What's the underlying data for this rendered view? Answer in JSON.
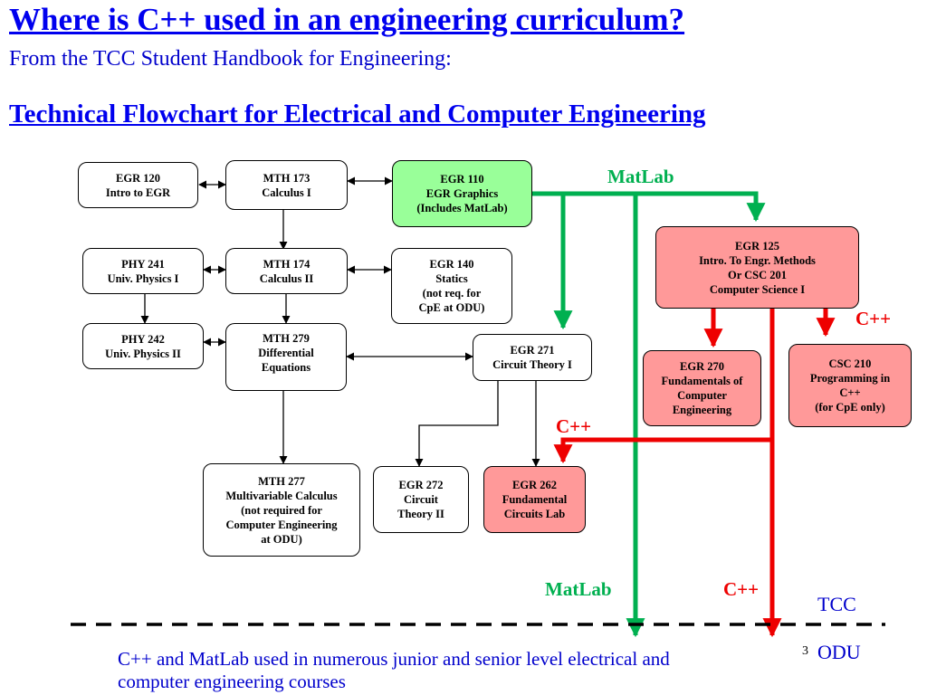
{
  "title": "Where is C++ used in an engineering curriculum?",
  "subtitle": "From the TCC Student Handbook for Engineering:",
  "heading": "Technical Flowchart for Electrical and Computer Engineering",
  "boxes": {
    "egr120": [
      "EGR 120",
      "Intro to EGR"
    ],
    "mth173": [
      "MTH 173",
      "Calculus I"
    ],
    "egr110": [
      "EGR 110",
      "EGR Graphics",
      "(Includes MatLab)"
    ],
    "egr125": [
      "EGR 125",
      "Intro. To Engr. Methods",
      "Or   CSC 201",
      "Computer Science I"
    ],
    "phy241": [
      "PHY 241",
      "Univ. Physics I"
    ],
    "mth174": [
      "MTH 174",
      "Calculus II"
    ],
    "egr140": [
      "EGR 140",
      "Statics",
      "(not req. for",
      "CpE at ODU)"
    ],
    "phy242": [
      "PHY 242",
      "Univ. Physics II"
    ],
    "mth279": [
      "MTH 279",
      "Differential",
      "Equations"
    ],
    "egr271": [
      "EGR 271",
      "Circuit Theory I"
    ],
    "egr270": [
      "EGR 270",
      "Fundamentals of",
      "Computer",
      "Engineering"
    ],
    "csc210": [
      "CSC 210",
      "Programming in",
      "C++",
      "(for CpE only)"
    ],
    "mth277": [
      "MTH 277",
      "Multivariable Calculus",
      "(not required for",
      "Computer Engineering",
      "at ODU)"
    ],
    "egr272": [
      "EGR 272",
      "Circuit",
      "Theory II"
    ],
    "egr262": [
      "EGR 262",
      "Fundamental",
      "Circuits Lab"
    ]
  },
  "labels": {
    "matlab_top": "MatLab",
    "cpp_right": "C++",
    "cpp_mid": "C++",
    "matlab_bottom": "MatLab",
    "cpp_bottom": "C++"
  },
  "tcc": "TCC",
  "odu": "ODU",
  "page_number": "3",
  "footer": "C++ and MatLab used in numerous junior and senior level electrical and computer engineering courses",
  "colors": {
    "matlab_line": "#00b050",
    "cpp_line": "#ee0000",
    "green_box": "#99ff99",
    "pink_box": "#ff9999",
    "title_blue": "#0000ee"
  }
}
